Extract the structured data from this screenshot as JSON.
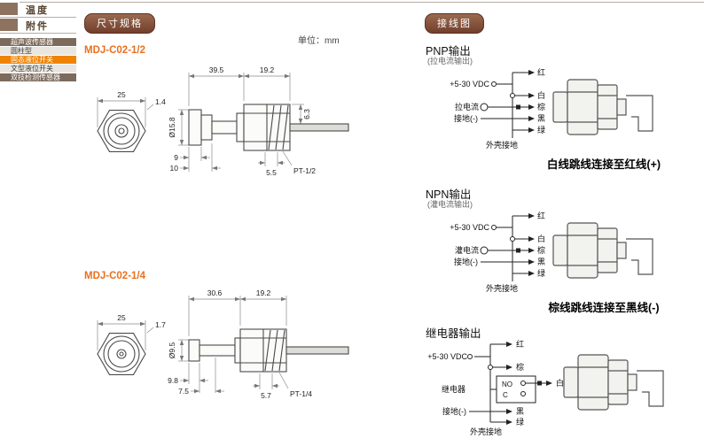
{
  "colors": {
    "accent_orange": "#F08300",
    "model_orange": "#E87020",
    "badge_brown": "#713F2C",
    "sidebar_dark": "#7C6A5C"
  },
  "sidebar": {
    "tabs": [
      {
        "label": "温度"
      },
      {
        "label": "附件"
      }
    ],
    "menu": [
      {
        "label": "超声波传感器"
      },
      {
        "label": "圆柱型"
      },
      {
        "label": "固态液位开关"
      },
      {
        "label": "文型液位开关"
      },
      {
        "label": "双技检测传感器"
      }
    ]
  },
  "dimensions": {
    "header": "尺寸规格",
    "unit": "单位：mm",
    "models": [
      {
        "name": "MDJ-C02-1/2",
        "dims": {
          "across": "25",
          "lip": "1.4",
          "dia": "Ø15.8",
          "len_a": "39.5",
          "len_b": "19.2",
          "height": "6.3",
          "tip_a": "9",
          "tip_b": "10",
          "pitch": "5.5",
          "thread": "PT-1/2"
        }
      },
      {
        "name": "MDJ-C02-1/4",
        "dims": {
          "across": "25",
          "lip": "1.7",
          "dia": "Ø9.5",
          "len_a": "30.6",
          "len_b": "19.2",
          "tip_a": "9.8",
          "tip_b": "7.5",
          "pitch": "5.7",
          "thread": "PT-1/4"
        }
      }
    ]
  },
  "wiring": {
    "header": "接线图",
    "diagrams": [
      {
        "title": "PNP输出",
        "subtitle": "(拉电流输出)",
        "supply": "+5-30 VDC",
        "current_label": "拉电流",
        "ground_label": "接地(-)",
        "shell_label": "外壳接地",
        "wire_red": "红",
        "wire_white": "白",
        "wire_brown": "棕",
        "wire_black": "黑",
        "wire_green": "绿",
        "note": "白线跳线连接至红线(+)"
      },
      {
        "title": "NPN输出",
        "subtitle": "(灌电流输出)",
        "supply": "+5-30 VDC",
        "current_label": "灌电流",
        "ground_label": "接地(-)",
        "shell_label": "外壳接地",
        "wire_red": "红",
        "wire_white": "白",
        "wire_brown": "棕",
        "wire_black": "黑",
        "wire_green": "绿",
        "note": "棕线跳线连接至黑线(-)"
      },
      {
        "title": "继电器输出",
        "supply": "+5-30 VDC",
        "relay_label": "继电器",
        "relay_no": "NO",
        "relay_c": "C",
        "ground_label": "接地(-)",
        "shell_label": "外壳接地",
        "wire_red": "红",
        "wire_white": "白",
        "wire_brown": "棕",
        "wire_black": "黑",
        "wire_green": "绿"
      }
    ]
  }
}
